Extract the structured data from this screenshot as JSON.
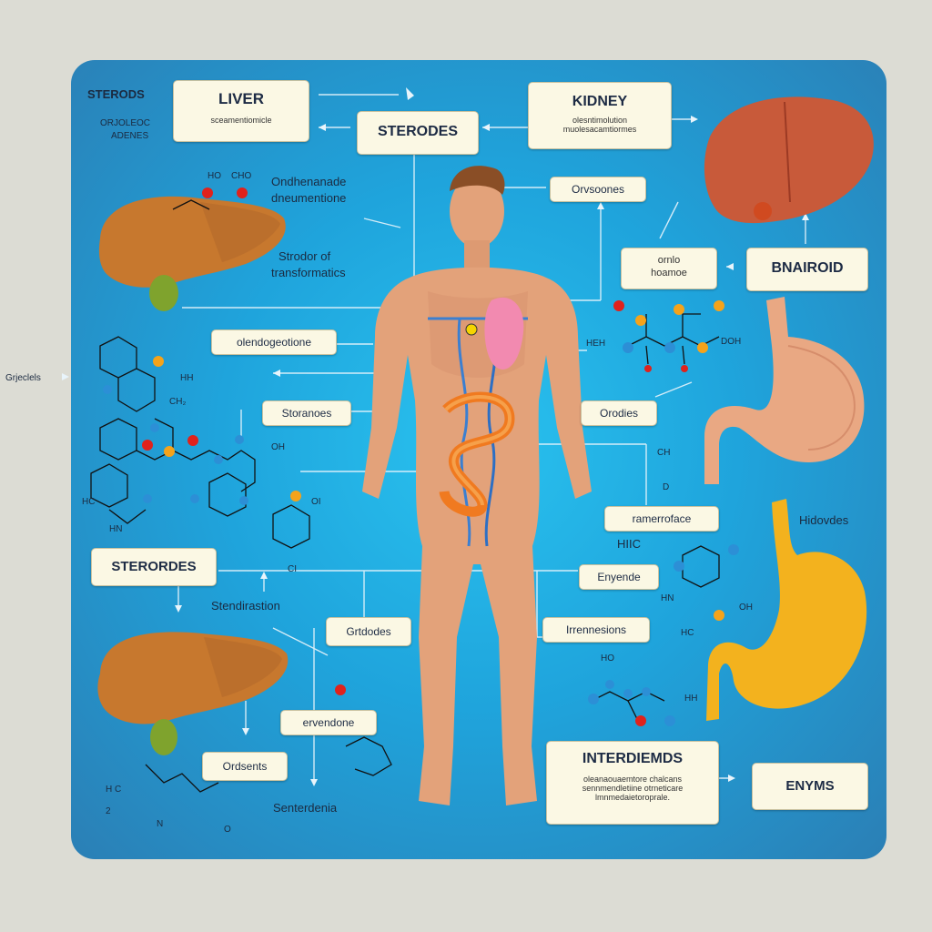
{
  "corner_label": {
    "title": "STERODS",
    "line1": "ORJOLEOC",
    "line2": "ADENES"
  },
  "side_label": "Grjeclels",
  "boxes": {
    "liver": {
      "title": "LIVER",
      "sub": "sceamentiomicle"
    },
    "sterodes_top": {
      "title": "STERODES"
    },
    "kidney": {
      "title": "KIDNEY",
      "sub1": "olesntimolution",
      "sub2": "muolesacamtiormes"
    },
    "orvsoones": {
      "title": "Orvsoones"
    },
    "bnairoid": {
      "title": "BNAIROID"
    },
    "ornlo": {
      "title": "ornlo",
      "sub": "hoamoe"
    },
    "olendogeotione": {
      "title": "olendogeotione"
    },
    "storanoes": {
      "title": "Storanoes"
    },
    "orodies": {
      "title": "Orodies"
    },
    "ramerrofoaue": {
      "title": "ramerroface"
    },
    "sterordes_left": {
      "title": "STERORDES"
    },
    "enyende": {
      "title": "Enyende"
    },
    "grtodes": {
      "title": "Grtdodes"
    },
    "intremnesions": {
      "title": "Irrennesions"
    },
    "ervendone": {
      "title": "ervendone"
    },
    "ordsents": {
      "title": "Ordsents"
    },
    "interdiemds": {
      "title": "INTERDIEMDS",
      "sub1": "oleanaouaemtore chalcans",
      "sub2": "sennmendletiine otrneticare",
      "sub3": "lmnmedaietoroprale."
    },
    "enyms": {
      "title": "ENYMS"
    }
  },
  "free_labels": {
    "ondhenanade": "Ondhenanade",
    "dneumentione": "dneumentione",
    "strodor": "Strodor of",
    "transformatics": "transformatics",
    "stendirastion": "Stendirastion",
    "senterdenia": "Senterdenia",
    "hidovdes": "Hidovdes",
    "hio": "HIIC",
    "chem_ho_top": "HO",
    "chem_cho": "CHO",
    "chem_hh": "HH",
    "chem_ch2": "CH₂",
    "chem_oh": "OH",
    "chem_hc": "HC",
    "chem_hn": "HN",
    "chem_oi": "OI",
    "chem_ci": "CI",
    "chem_heh": "HEH",
    "chem_doh": "DOH",
    "chem_d": "D",
    "chem_ch3": "CH",
    "chem_hn2": "HN",
    "chem_oh2": "OH",
    "chem_hc2": "HC",
    "chem_ho2": "HO",
    "chem_hh2": "HH",
    "chem_hc3": "H C",
    "chem_h2": "2",
    "chem_n": "N",
    "chem_o": "O"
  },
  "colors": {
    "panel": "#1fa4dc",
    "box_fill": "#fbf8e4",
    "liver": "#c7782e",
    "kidney_liver_red": "#c85a3a",
    "stomach": "#e9a883",
    "pancreas_yellow": "#f3b21e",
    "atom_red": "#e0221c",
    "atom_orange": "#f5a31a",
    "atom_blue": "#2c8fd6"
  }
}
